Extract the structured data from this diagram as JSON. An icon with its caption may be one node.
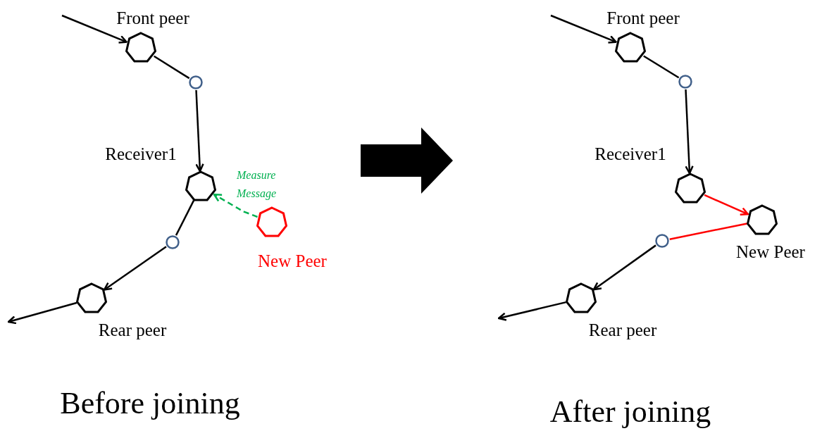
{
  "diagram": {
    "nodes": [
      {
        "text": [
          "Front peer"
        ]
      },
      {
        "text": [],
        "shape": "circle"
      },
      {
        "text": [
          "Receiver1"
        ]
      },
      {
        "text": [
          "New Peer"
        ]
      },
      {
        "text": [],
        "shape": "circle"
      },
      {
        "text": [
          "Rear peer"
        ]
      },
      {
        "text": [
          "Front peer"
        ]
      },
      {
        "text": [],
        "shape": "circle"
      },
      {
        "text": [
          "Receiver1"
        ]
      },
      {
        "text": [
          "New Peer"
        ]
      },
      {
        "text": [],
        "shape": "circle"
      },
      {
        "text": [
          "Rear peer"
        ]
      }
    ],
    "edges": [
      {
        "from": null,
        "to": 0,
        "arrow": "to"
      },
      {
        "from": 0,
        "to": 1,
        "arrow": "none"
      },
      {
        "from": 1,
        "to": 2,
        "arrow": "to"
      },
      {
        "from": 3,
        "to": 2,
        "arrow": "to",
        "label": "Measure Message",
        "style": "dashed",
        "color": "#00b050"
      },
      {
        "from": 2,
        "to": 4,
        "arrow": "none"
      },
      {
        "from": 4,
        "to": 5,
        "arrow": "to"
      },
      {
        "from": 5,
        "to": null,
        "arrow": "to"
      },
      {
        "from": null,
        "to": 6,
        "arrow": "to"
      },
      {
        "from": 6,
        "to": 7,
        "arrow": "none"
      },
      {
        "from": 7,
        "to": 8,
        "arrow": "to"
      },
      {
        "from": 8,
        "to": 9,
        "arrow": "to",
        "color": "#ff0000"
      },
      {
        "from": 9,
        "to": 10,
        "arrow": "none",
        "color": "#ff0000"
      },
      {
        "from": 10,
        "to": 11,
        "arrow": "to"
      },
      {
        "from": 11,
        "to": null,
        "arrow": "to"
      }
    ],
    "labels": [
      "Before joining",
      "After joining"
    ]
  }
}
